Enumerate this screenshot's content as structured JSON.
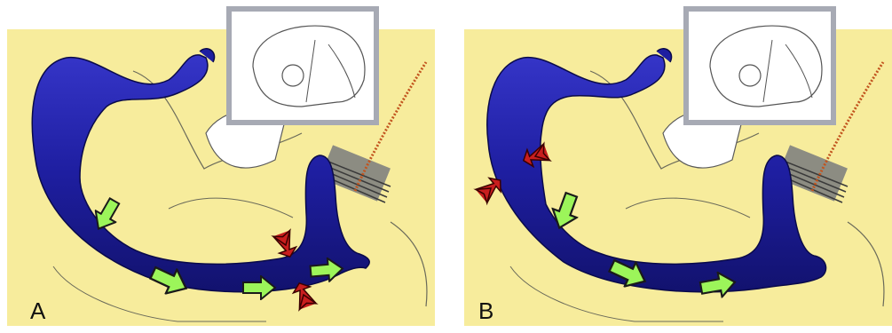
{
  "panels": [
    {
      "label": "A"
    },
    {
      "label": "B"
    }
  ],
  "colors": {
    "background": "#f7ec9c",
    "sinus": "#1e1ea0",
    "flow_arrow": "#9cf55a",
    "stenosis_arrow": "#c81e1e",
    "inset_frame": "#a7aab4",
    "outline": "#5a5a5a"
  },
  "icons": [
    "green-flow-arrow",
    "red-stenosis-arrow",
    "skull-inset-icon"
  ]
}
